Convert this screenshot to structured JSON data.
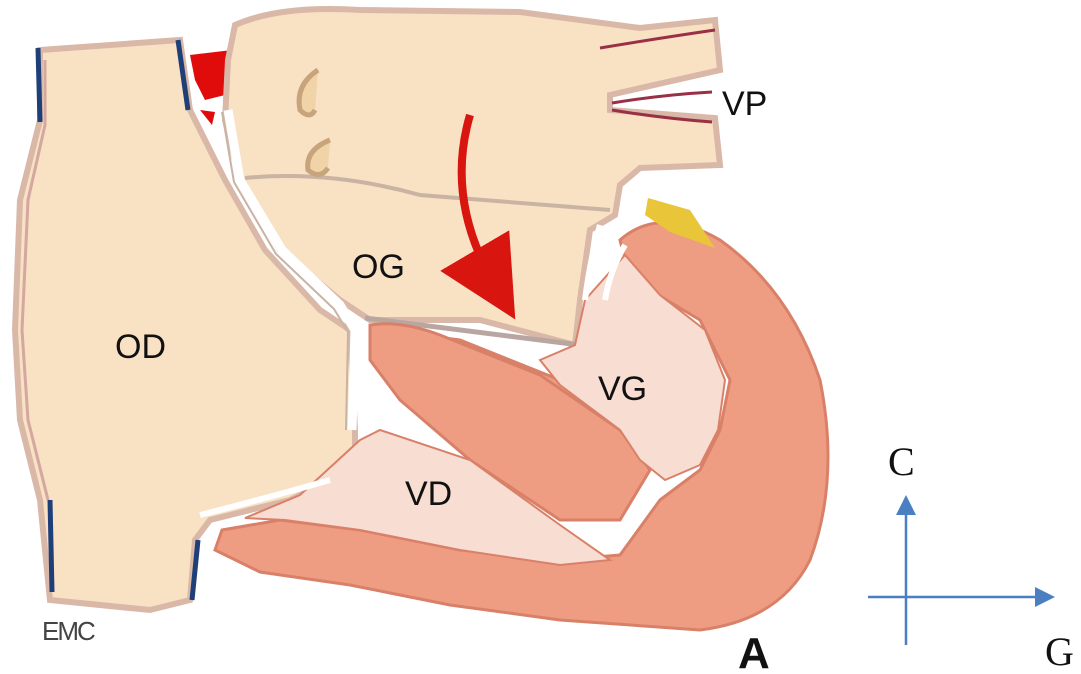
{
  "diagram": {
    "labels": {
      "vp": "VP",
      "og": "OG",
      "od": "OD",
      "vg": "VG",
      "vd": "VD",
      "panel": "A",
      "logo": "EMC"
    },
    "axes": {
      "up": "C",
      "right": "G"
    },
    "colors": {
      "atrium_fill": "#f9e1c4",
      "ventricle_cavity": "#f8ddd3",
      "myocardium": "#ee9d83",
      "myocardium_edge": "#d98068",
      "outline": "#8a6a66",
      "vessel_blue": "#1f3f78",
      "blood_red": "#e00b0b",
      "fat_yellow": "#e9c53a",
      "axis_blue": "#4a7fc1",
      "flow_arrow": "#d8150f"
    }
  }
}
